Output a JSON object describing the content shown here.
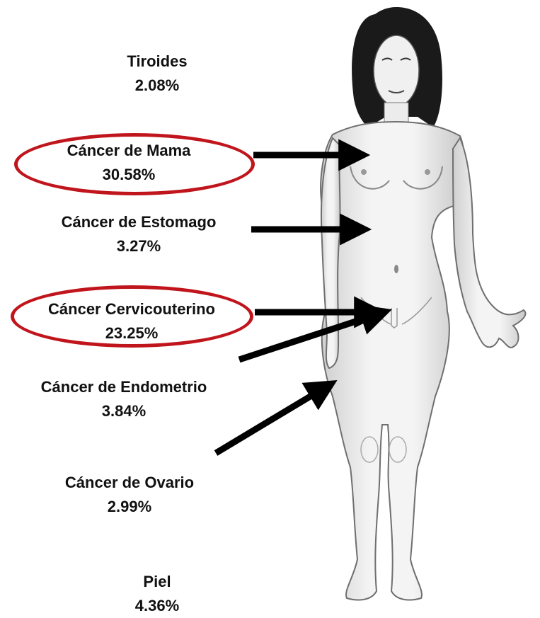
{
  "labels": [
    {
      "id": "tiroides",
      "name": "Tiroides",
      "value": "2.08%"
    },
    {
      "id": "mama",
      "name": "Cáncer de Mama",
      "value": "30.58%"
    },
    {
      "id": "estomago",
      "name": "Cáncer de Estomago",
      "value": "3.27%"
    },
    {
      "id": "cervico",
      "name": "Cáncer Cervicouterino",
      "value": "23.25%"
    },
    {
      "id": "endometrio",
      "name": "Cáncer de Endometrio",
      "value": "3.84%"
    },
    {
      "id": "ovario",
      "name": "Cáncer de Ovario",
      "value": "2.99%"
    },
    {
      "id": "piel",
      "name": "Piel",
      "value": "4.36%"
    }
  ],
  "highlighted": [
    "mama",
    "cervico"
  ],
  "colors": {
    "highlight_ring": "#c0151c",
    "arrow": "#000000",
    "text": "#111111"
  }
}
